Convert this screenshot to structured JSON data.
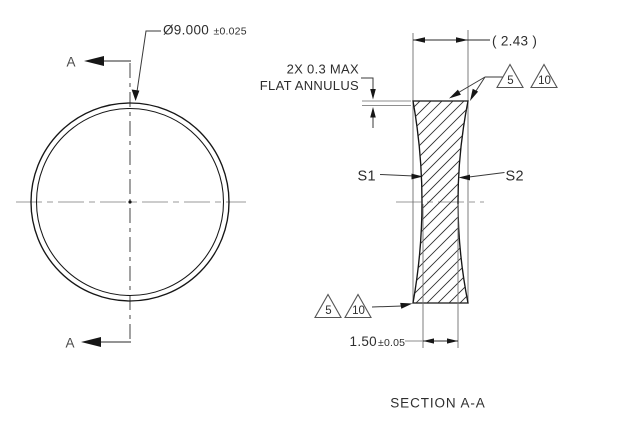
{
  "front_view": {
    "cutting_line_label_top": "A",
    "cutting_line_label_bottom": "A",
    "diameter": {
      "value": "Ø9.000",
      "tolerance": "±0.025"
    }
  },
  "section_view": {
    "title": "SECTION A-A",
    "edge_thickness_reference": "( 2.43 )",
    "center_thickness": {
      "value": "1.50",
      "tolerance": "±0.05"
    },
    "flat_annulus_note": {
      "line1": "2X 0.3 MAX",
      "line2": "FLAT ANNULUS"
    },
    "surface_labels": {
      "left": "S1",
      "right": "S2"
    },
    "surface_flags_top": {
      "flag1": "5",
      "flag2": "10"
    },
    "surface_flags_bottom": {
      "flag1": "5",
      "flag2": "10"
    }
  },
  "colors": {
    "line": "#161616",
    "thin_line": "#8e8e8e",
    "text": "#2e2e2e",
    "background": "#ffffff"
  }
}
